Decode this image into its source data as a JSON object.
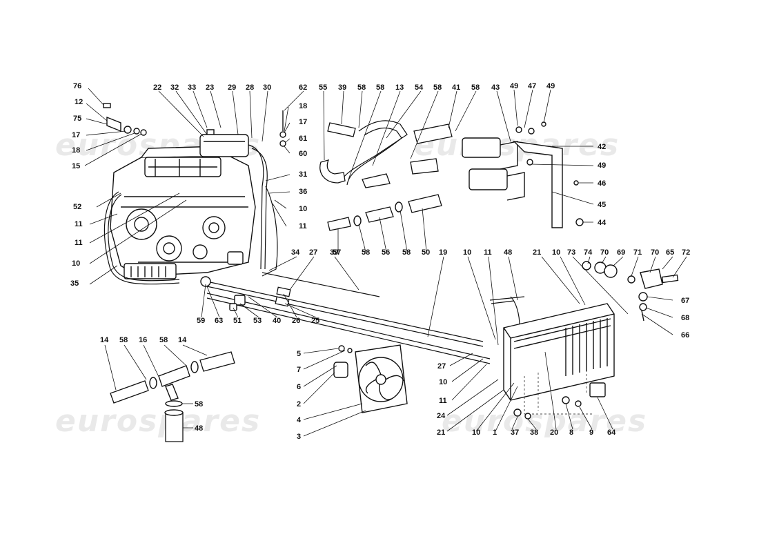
{
  "watermarks": [
    "eurospares",
    "eurospares",
    "eurospares",
    "eurospares"
  ],
  "labels": {
    "n76": "76",
    "n12": "12",
    "n75": "75",
    "n17a": "17",
    "n18a": "18",
    "n15": "15",
    "n52": "52",
    "n11a": "11",
    "n11b": "11",
    "n10a": "10",
    "n35": "35",
    "n22": "22",
    "n32": "32",
    "n33": "33",
    "n23": "23",
    "n29": "29",
    "n28": "28",
    "n30": "30",
    "n62": "62",
    "n18b": "18",
    "n17b": "17",
    "n61": "61",
    "n60": "60",
    "n31": "31",
    "n36": "36",
    "n10b": "10",
    "n11c": "11",
    "n55": "55",
    "n39a": "39",
    "n58a": "58",
    "n58b": "58",
    "n13": "13",
    "n54": "54",
    "n58c": "58",
    "n41": "41",
    "n58d": "58",
    "n43": "43",
    "n49a": "49",
    "n47": "47",
    "n49b": "49",
    "n42": "42",
    "n49c": "49",
    "n46": "46",
    "n45": "45",
    "n44": "44",
    "n57": "57",
    "n58e": "58",
    "n56": "56",
    "n58f": "58",
    "n50": "50",
    "n34": "34",
    "n27a": "27",
    "n39b": "39",
    "n19": "19",
    "n10c": "10",
    "n11d": "11",
    "n48a": "48",
    "n21a": "21",
    "n10d": "10",
    "n73": "73",
    "n74": "74",
    "n70a": "70",
    "n69": "69",
    "n71": "71",
    "n70b": "70",
    "n65": "65",
    "n72": "72",
    "n67": "67",
    "n68": "68",
    "n66": "66",
    "n59": "59",
    "n63": "63",
    "n51": "51",
    "n53": "53",
    "n40": "40",
    "n26": "26",
    "n25": "25",
    "n14a": "14",
    "n58g": "58",
    "n16": "16",
    "n58h": "58",
    "n14b": "14",
    "n58i": "58",
    "n48b": "48",
    "n5": "5",
    "n7": "7",
    "n6": "6",
    "n2": "2",
    "n4": "4",
    "n3": "3",
    "n27b": "27",
    "n10e": "10",
    "n11e": "11",
    "n24": "24",
    "n21b": "21",
    "n10f": "10",
    "n1": "1",
    "n37": "37",
    "n38": "38",
    "n20": "20",
    "n8": "8",
    "n9": "9",
    "n64": "64"
  }
}
